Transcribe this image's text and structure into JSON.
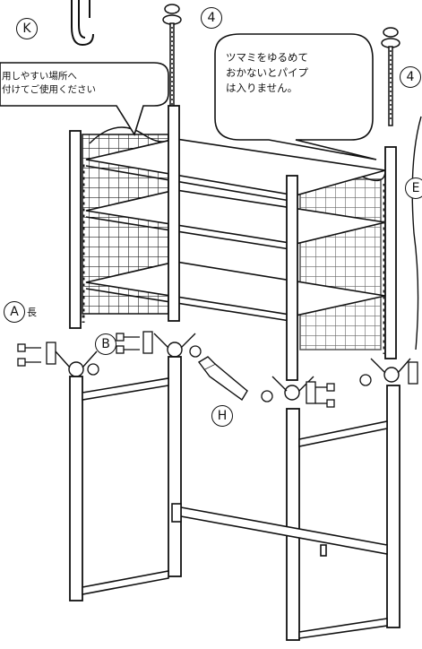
{
  "labels": {
    "k": "K",
    "a": "A",
    "a_suffix": "長",
    "b": "B",
    "e": "E",
    "h": "H",
    "four_top": "4",
    "four_right": "4"
  },
  "callout_left": "用しやすい場所へ\n付けてご使用ください",
  "callout_bubble": "ツマミをゆるめて\nおかないとパイプ\nは入りません。"
}
